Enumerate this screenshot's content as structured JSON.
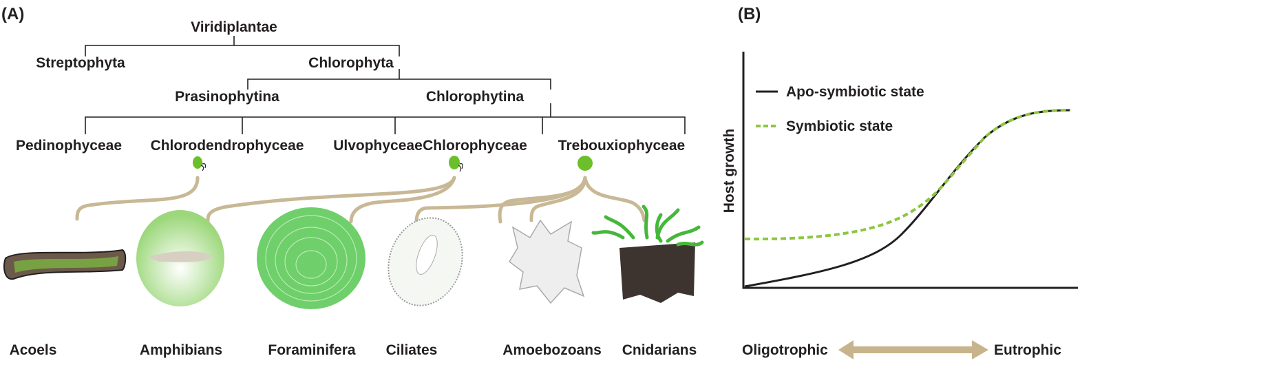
{
  "panel_a": {
    "label": "(A)",
    "tree": {
      "root": "Viridiplantae",
      "level1": [
        "Streptophyta",
        "Chlorophyta"
      ],
      "level2": [
        "Prasinophytina",
        "Chlorophytina"
      ],
      "classes": [
        "Pedinophyceae",
        "Chlorodendrophyceae",
        "Ulvophyceae",
        "Chlorophyceae",
        "Trebouxiophyceae"
      ]
    },
    "hosts": [
      "Acoels",
      "Amphibians",
      "Foraminifera",
      "Ciliates",
      "Amoebozoans",
      "Cnidarians"
    ]
  },
  "panel_b": {
    "label": "(B)",
    "y_axis_label": "Host growth",
    "legend": [
      "Apo-symbiotic state",
      "Symbiotic state"
    ],
    "x_left": "Oligotrophic",
    "x_right": "Eutrophic",
    "colors": {
      "apo": "#231f20",
      "symbiotic": "#8dc63f",
      "arrow": "#c8b48c",
      "connector": "#c8b896"
    }
  }
}
